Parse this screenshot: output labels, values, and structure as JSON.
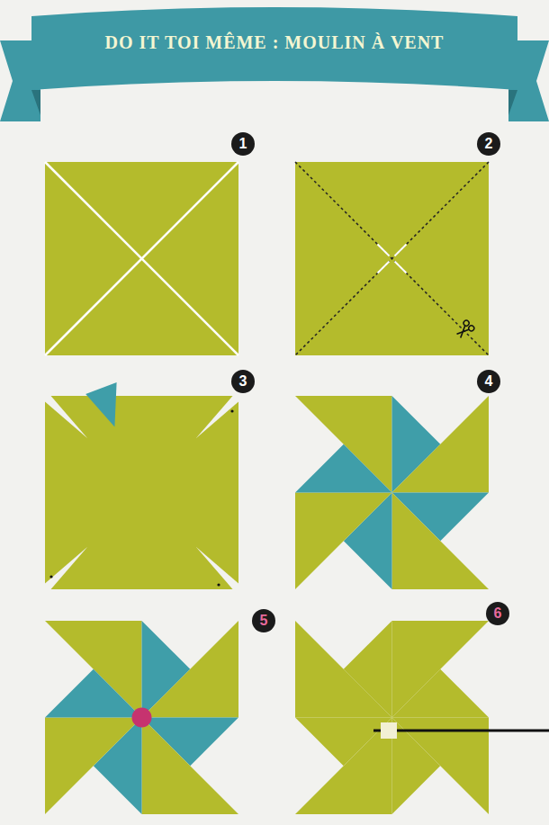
{
  "diagram": {
    "title": "DO IT TOI MÊME : MOULIN À VENT",
    "labels": [
      "1",
      "2",
      "3",
      "4",
      "5",
      "6"
    ]
  }
}
